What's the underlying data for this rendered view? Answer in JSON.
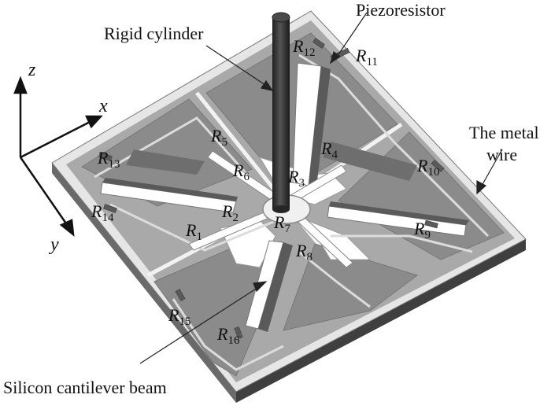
{
  "labels": {
    "piezoresistor": "Piezoresistor",
    "rigid_cylinder": "Rigid cylinder",
    "metal_wire_line1": "The metal",
    "metal_wire_line2": "wire",
    "cantilever": "Silicon cantilever beam"
  },
  "axes": {
    "z": "z",
    "x": "x",
    "y": "y"
  },
  "resistors": [
    {
      "id": "R1",
      "letter": "R",
      "sub": "1"
    },
    {
      "id": "R2",
      "letter": "R",
      "sub": "2"
    },
    {
      "id": "R3",
      "letter": "R",
      "sub": "3"
    },
    {
      "id": "R4",
      "letter": "R",
      "sub": "4"
    },
    {
      "id": "R5",
      "letter": "R",
      "sub": "5"
    },
    {
      "id": "R6",
      "letter": "R",
      "sub": "6"
    },
    {
      "id": "R7",
      "letter": "R",
      "sub": "7"
    },
    {
      "id": "R8",
      "letter": "R",
      "sub": "8"
    },
    {
      "id": "R9",
      "letter": "R",
      "sub": "9"
    },
    {
      "id": "R10",
      "letter": "R",
      "sub": "10"
    },
    {
      "id": "R11",
      "letter": "R",
      "sub": "11"
    },
    {
      "id": "R12",
      "letter": "R",
      "sub": "12"
    },
    {
      "id": "R13",
      "letter": "R",
      "sub": "13"
    },
    {
      "id": "R14",
      "letter": "R",
      "sub": "14"
    },
    {
      "id": "R15",
      "letter": "R",
      "sub": "15"
    },
    {
      "id": "R16",
      "letter": "R",
      "sub": "16"
    }
  ],
  "colors": {
    "plate_top": "#a7a7a7",
    "plate_edge": "#e8e8e8",
    "plate_side": "#555555",
    "quadrant": "#888888",
    "beam": "#ffffff",
    "cylinder": "#3a3a3a",
    "wire": "#d0d0d0"
  }
}
